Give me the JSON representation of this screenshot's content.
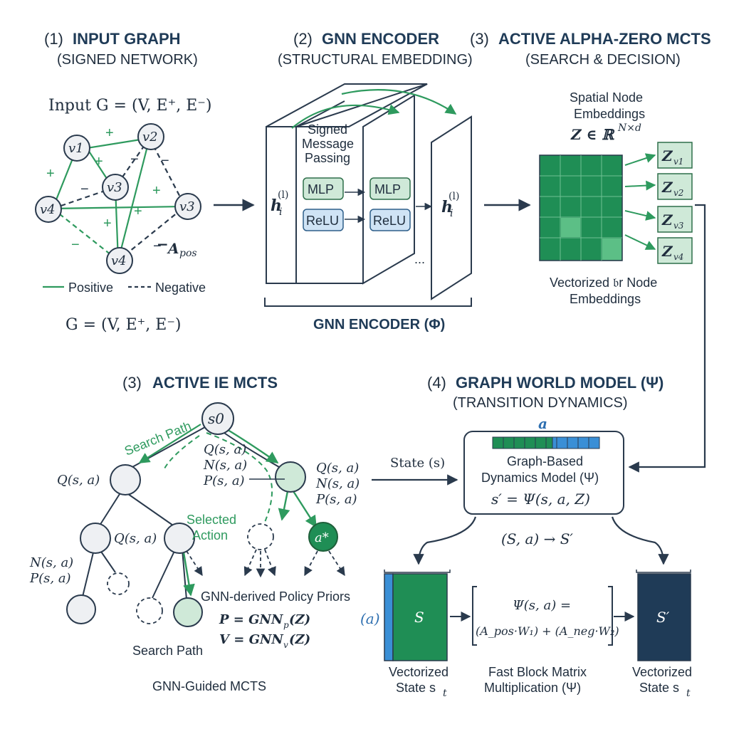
{
  "panel1": {
    "number": "(1)",
    "title": "INPUT GRAPH",
    "subtitle": "(SIGNED NETWORK)",
    "input_label": "Input G = (V, E⁺, E⁻)",
    "nodes": [
      "v1",
      "v2",
      "v3",
      "v3",
      "v4",
      "v4"
    ],
    "apos_label": "A",
    "apos_sub": "pos",
    "legend_positive": "Positive",
    "legend_negative": "Negative",
    "graph_formula": "G = (V, E⁺, E⁻)"
  },
  "panel2": {
    "number": "(2)",
    "title": "GNN ENCODER",
    "subtitle": "(STRUCTURAL EMBEDDING)",
    "message_passing": [
      "Signed",
      "Message",
      "Passing"
    ],
    "mlp": "MLP",
    "relu": "ReLU",
    "h_label": "h",
    "h_sub": "i",
    "h_sup": "(l)",
    "ellipsis": "...",
    "encoder_label": "GNN ENCODER (Φ)"
  },
  "panel3a": {
    "number": "(3)",
    "title": "ACTIVE ALPHA-ZERO MCTS",
    "subtitle": "(SEARCH & DECISION)",
    "embeddings_title": [
      "Spatial Node",
      "Embeddings"
    ],
    "z_formula": "Z ∈ ℝ",
    "z_sup": "N×d",
    "z_items": [
      "Z",
      "Z",
      "Z",
      "Z"
    ],
    "z_subs": [
      "v1",
      "v2",
      "v3",
      "v4"
    ],
    "vectorized_label": [
      "Vectorized 𝔟r Node",
      "Embeddings"
    ]
  },
  "panel3b": {
    "number": "(3)",
    "title": "ACTIVE IE MCTS",
    "root": "s0",
    "search_path_top": "Search Path",
    "q_left": "Q(s, a)",
    "q_mid_stack": [
      "Q(s, a)",
      "N(s, a)",
      "P(s, a)"
    ],
    "q_right_stack": [
      "Q(s, a)",
      "N(s, a)",
      "P(s, a)"
    ],
    "q_level2": "Q(s, a)",
    "np_left": [
      "N(s, a)",
      "P(s, a)"
    ],
    "selected_action": [
      "Selected",
      "Action"
    ],
    "a_star": "a*",
    "policy_priors": "GNN-derived Policy Priors",
    "p_formula": "P = GNN",
    "p_sub": "p",
    "v_formula": "V = GNN",
    "v_sub": "v",
    "z_arg": "(Z)",
    "search_path_bottom": "Search Path",
    "caption": "GNN-Guided MCTS"
  },
  "panel4": {
    "number": "(4)",
    "title": "GRAPH WORLD MODEL (Ψ)",
    "subtitle": "(TRANSITION DYNAMICS)",
    "action_label": "a",
    "state_label": "State (s)",
    "model_lines": [
      "Graph-Based",
      "Dynamics Model (Ψ)"
    ],
    "model_formula": "s′ = Ψ(s, a, Z)",
    "transition": "(S, a) → S′",
    "a_input": "(a)",
    "s_label": "S",
    "s_prime_label": "S′",
    "psi_top": "Ψ(s, a) =",
    "psi_bottom": "(A_pos·W₁) + (A_neg·W₂)",
    "left_caption": [
      "Vectorized",
      "State s"
    ],
    "left_caption_sub": "t",
    "mid_caption": [
      "Fast Block Matrix",
      "Multiplication (Ψ)"
    ],
    "right_caption": [
      "Vectorized",
      "State s"
    ],
    "right_caption_sub": "t"
  },
  "colors": {
    "green": "#2e9a5e",
    "green_light": "#cfe9d8",
    "navy": "#1f3b57",
    "blue": "#3a8fd6",
    "node_fill": "#eef0f3"
  }
}
